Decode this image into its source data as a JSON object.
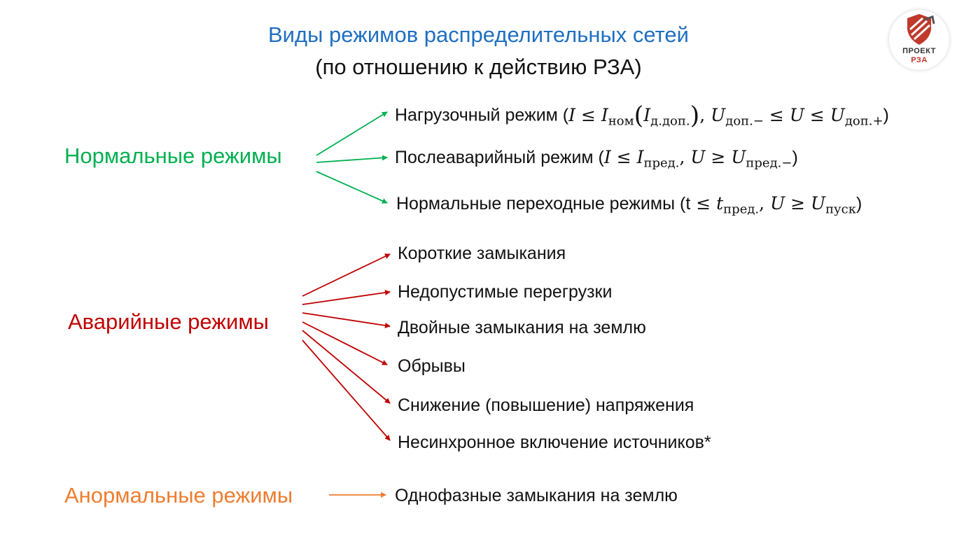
{
  "title": {
    "line1": "Виды режимов распределительных сетей",
    "line2": "(по отношению к действию РЗА)"
  },
  "logo": {
    "icon": "shield-icon",
    "line1": "ПРОЕКТ",
    "line2": "РЗА"
  },
  "colors": {
    "normal": "#00b050",
    "emergency": "#c00000",
    "abnormal": "#ed7d31",
    "title": "#1f6fc0"
  },
  "categories": {
    "normal": {
      "label": "Нормальные режимы",
      "items": {
        "load": {
          "label": "Нагрузочный режим (",
          "f_I": "I",
          "f_le1": " ≤ ",
          "f_Inom": "I",
          "f_nom_sub": "ном",
          "f_paren_open": "(",
          "f_Idop": "I",
          "f_ddop_sub": "д.доп.",
          "f_paren_close": ")",
          "f_comma": ",  ",
          "f_Udop": "U",
          "f_dopminus_sub": "доп.−",
          "f_le2": " ≤ ",
          "f_U": "U",
          "f_le3": " ≤ ",
          "f_Udop2": "U",
          "f_dopplus_sub": "доп.+",
          "f_close": ")"
        },
        "postfault": {
          "label": "Послеаварийный режим (",
          "f_I": "I",
          "f_le": " ≤ ",
          "f_Ipred": "I",
          "f_pred_sub": "пред.",
          "f_comma": ", ",
          "f_U": "U",
          "f_ge": " ≥ ",
          "f_Upred": "U",
          "f_predminus_sub": "пред.−",
          "f_close": ")"
        },
        "transient": {
          "label": "Нормальные переходные режимы (",
          "f_t": "t",
          "f_le": " ≤ ",
          "f_tpred": "t",
          "f_pred_sub": "пред.",
          "f_comma": ", ",
          "f_U": "U",
          "f_ge": " ≥ ",
          "f_Upusk": "U",
          "f_pusk_sub": "пуск",
          "f_close": ")"
        }
      }
    },
    "emergency": {
      "label": "Аварийные режимы",
      "items": [
        "Короткие замыкания",
        "Недопустимые перегрузки",
        "Двойные замыкания на землю",
        "Обрывы",
        "Снижение (повышение) напряжения",
        "Несинхронное включение источников*"
      ]
    },
    "abnormal": {
      "label": "Анормальные режимы",
      "items": [
        "Однофазные замыкания на землю"
      ]
    }
  }
}
